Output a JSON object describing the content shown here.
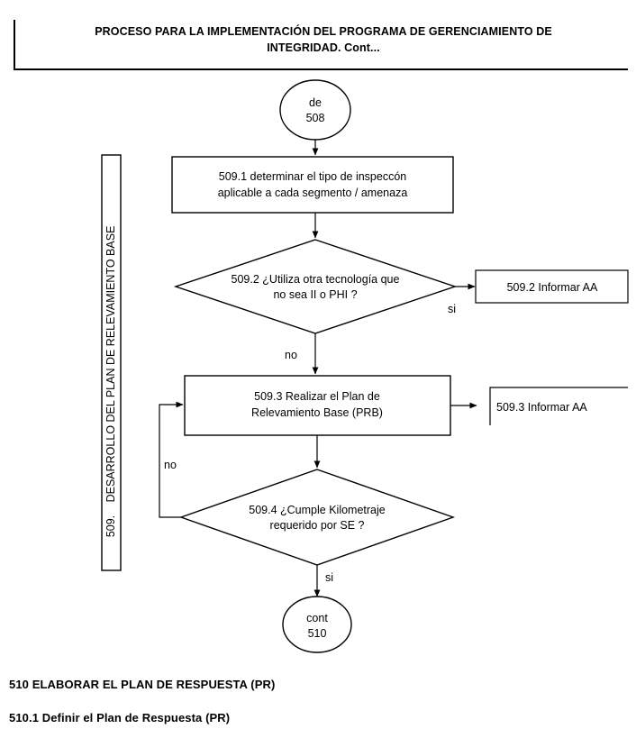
{
  "header": {
    "line1": "PROCESO PARA LA IMPLEMENTACIÓN DEL PROGRAMA DE GERENCIAMIENTO DE",
    "line2": "INTEGRIDAD. Cont..."
  },
  "band": {
    "title": "DESARROLLO DEL PLAN DE RELEVAMIENTO BASE",
    "number": "509."
  },
  "flowchart": {
    "type": "flowchart",
    "nodes": [
      {
        "id": "start",
        "shape": "terminator-circle",
        "lines": [
          "de",
          "508"
        ]
      },
      {
        "id": "step-509-1",
        "shape": "process",
        "lines": [
          "509.1 determinar el tipo de inspeccón",
          "aplicable a cada segmento  / amenaza"
        ]
      },
      {
        "id": "decision-509-2",
        "shape": "decision",
        "lines": [
          "509.2 ¿Utiliza otra tecnología que",
          "no sea II o PHI ?"
        ]
      },
      {
        "id": "out-509-2",
        "shape": "process",
        "lines": [
          "509.2   Informar AA"
        ]
      },
      {
        "id": "step-509-3",
        "shape": "process",
        "lines": [
          "509.3 Realizar el   Plan de",
          "Relevamiento Base (PRB)"
        ]
      },
      {
        "id": "out-509-3",
        "shape": "process-open",
        "lines": [
          "509.3 Informar AA"
        ]
      },
      {
        "id": "decision-509-4",
        "shape": "decision",
        "lines": [
          "509.4   ¿Cumple Kilometraje",
          "requerido por SE ?"
        ]
      },
      {
        "id": "end",
        "shape": "terminator-circle",
        "lines": [
          "cont",
          "510"
        ]
      }
    ],
    "edges": [
      {
        "from": "start",
        "to": "step-509-1",
        "label": ""
      },
      {
        "from": "step-509-1",
        "to": "decision-509-2",
        "label": ""
      },
      {
        "from": "decision-509-2",
        "to": "out-509-2",
        "label": "si"
      },
      {
        "from": "decision-509-2",
        "to": "step-509-3",
        "label": "no"
      },
      {
        "from": "step-509-3",
        "to": "out-509-3",
        "label": ""
      },
      {
        "from": "step-509-3",
        "to": "decision-509-4",
        "label": ""
      },
      {
        "from": "decision-509-4",
        "to": "step-509-3",
        "label": "no"
      },
      {
        "from": "decision-509-4",
        "to": "end",
        "label": "si"
      }
    ]
  },
  "bottom": {
    "heading_510": "510 ELABORAR EL PLAN DE RESPUESTA (PR)",
    "heading_510_1": "510.1 Definir el Plan de Respuesta (PR)"
  },
  "colors": {
    "ink": "#000000",
    "paper": "#ffffff"
  }
}
